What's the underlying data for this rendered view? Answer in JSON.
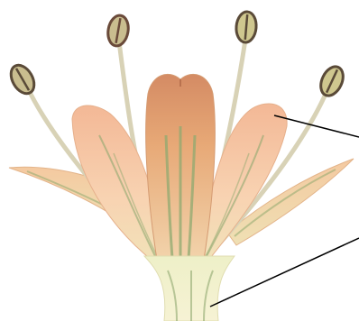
{
  "diagram": {
    "subject": "flower-cross-section",
    "parts": [
      {
        "id": "pistil",
        "shown": true
      },
      {
        "id": "petal",
        "shown": true
      },
      {
        "id": "sepal",
        "shown": true
      },
      {
        "id": "stamen",
        "count": 4
      },
      {
        "id": "receptacle",
        "shown": true
      }
    ],
    "pointer_lines": 2,
    "labels_printed": false
  },
  "colors": {
    "background": "#ffffff",
    "petal_fill": "#f6c8a4",
    "petal_pale": "#f9ddc0",
    "sepal_fill": "#f3c59c",
    "pistil_fill": "#e7a876",
    "pistil_tip": "#d48b64",
    "vein_green": "#8fa970",
    "base_fill": "#f1efc6",
    "filament": "#d8d2b6",
    "anther_fill": "#c9bd8f",
    "anther_outline": "#5a4a38",
    "pointer_line": "#000000"
  }
}
